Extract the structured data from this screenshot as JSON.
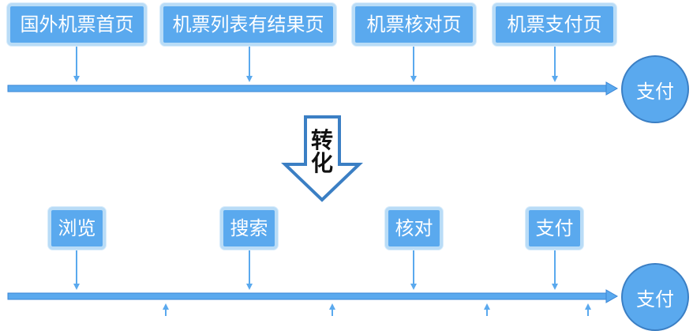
{
  "top_flow": {
    "steps": [
      "国外机票首页",
      "机票列表有结果页",
      "机票核对页",
      "机票支付页"
    ],
    "end": "支付"
  },
  "transform": {
    "char1": "转",
    "char2": "化"
  },
  "bottom_flow": {
    "steps": [
      "浏览",
      "搜索",
      "核对",
      "支付"
    ],
    "end": "支付"
  },
  "colors": {
    "box_fill": "#5aa9ee",
    "box_border": "#b9dcf7",
    "line": "#3b86d6",
    "arrow_outline": "#3b7fc4"
  }
}
